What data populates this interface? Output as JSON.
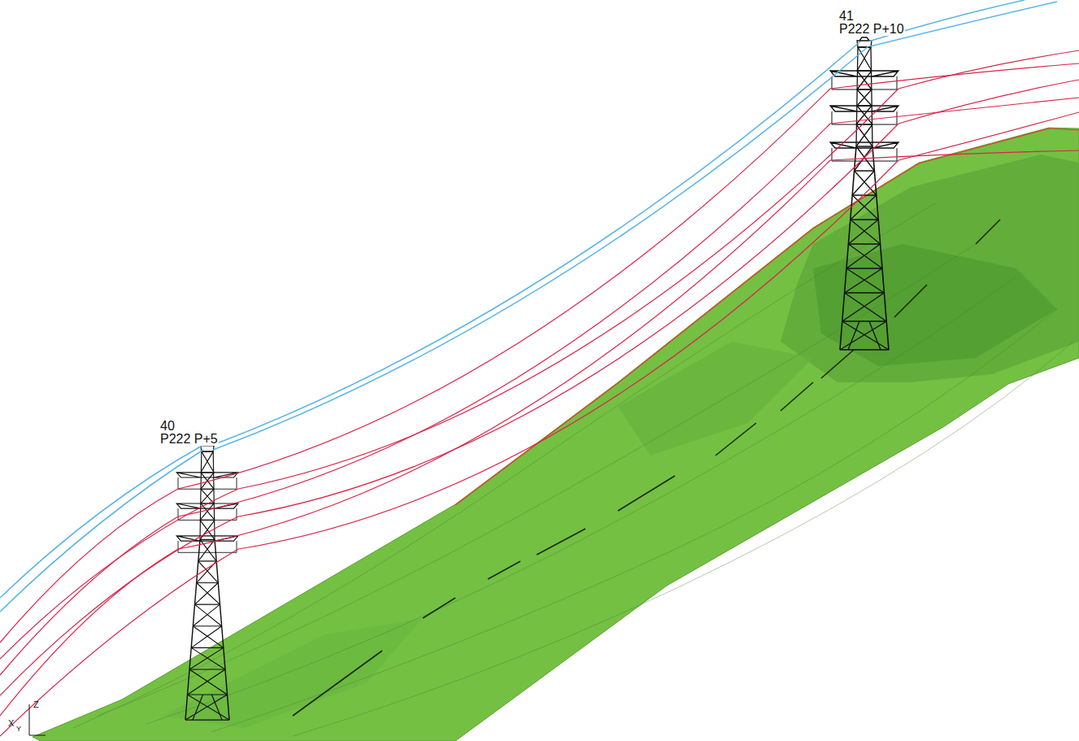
{
  "diagram": {
    "labels": [
      "40",
      "P222 P+5",
      "41",
      "P222 P+10",
      "Z",
      "X",
      "Y"
    ]
  }
}
